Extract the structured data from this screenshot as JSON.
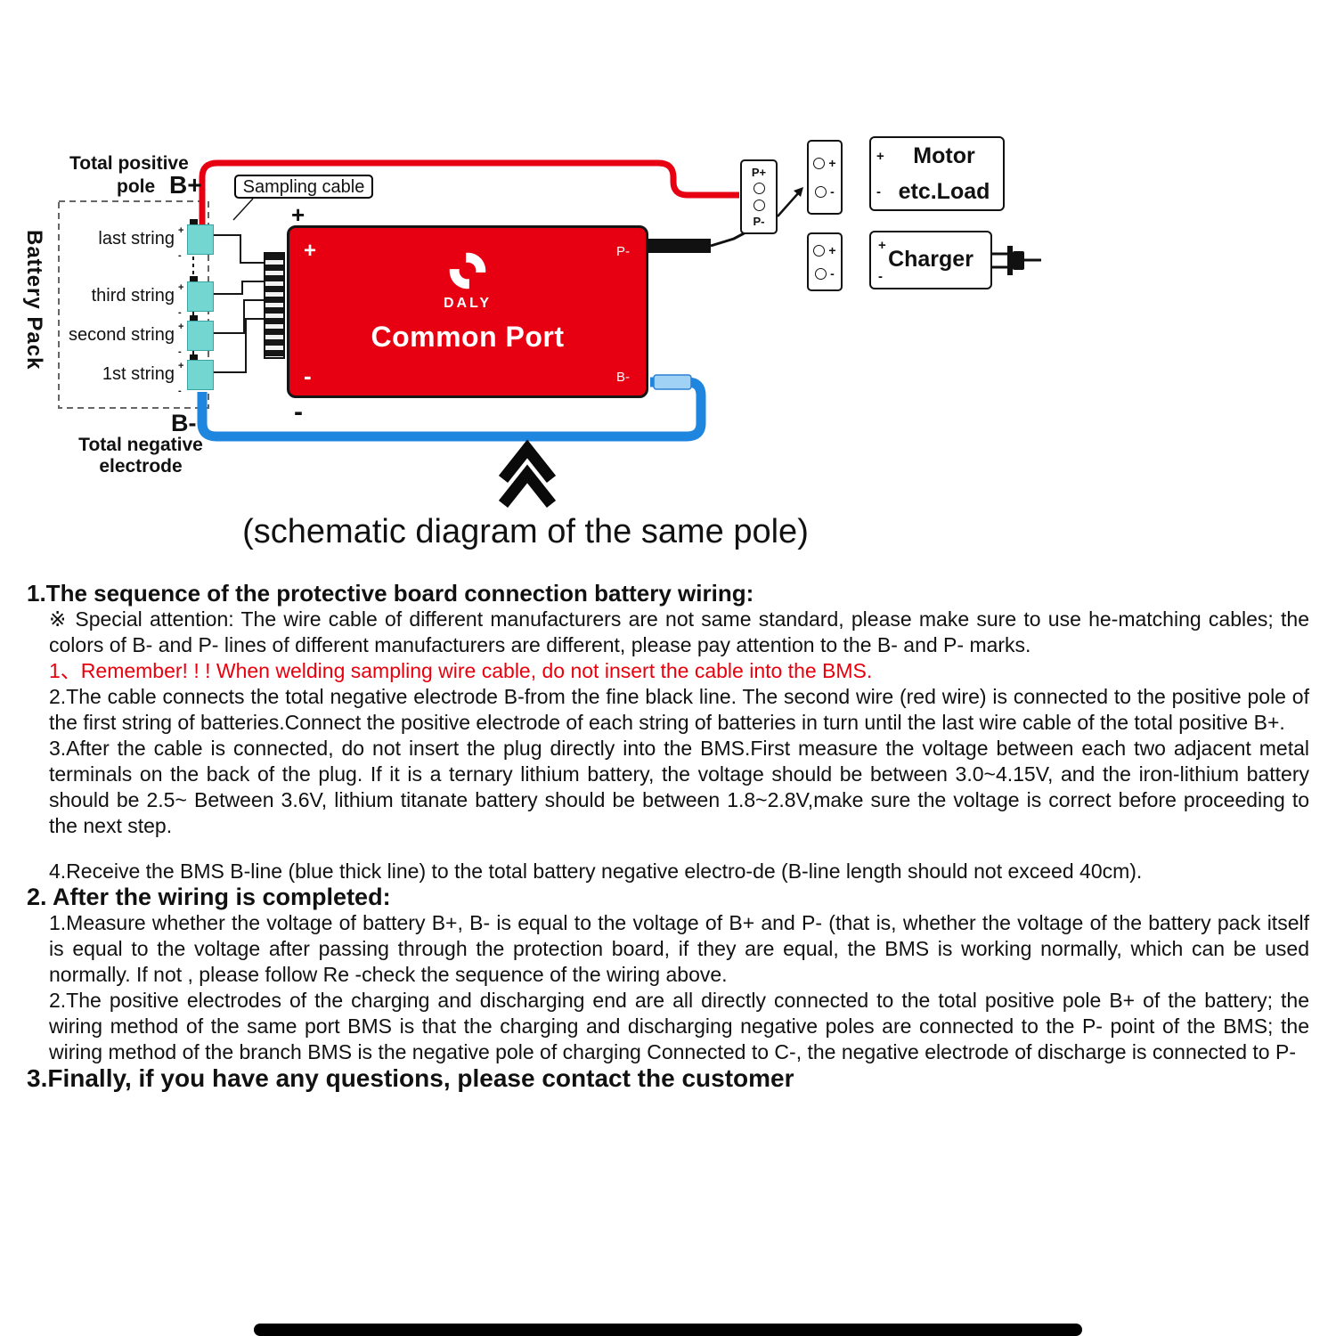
{
  "sym": {
    "plus": "+",
    "minus": "-"
  },
  "diagram": {
    "battery_pack": "Battery Pack",
    "total_positive": "Total positive",
    "pole": "pole",
    "b_plus": "B+",
    "sampling_cable": "Sampling cable",
    "strings": [
      "last string",
      "third string",
      "second string",
      "1st string"
    ],
    "b_minus": "B-",
    "total_negative_line1": "Total negative",
    "total_negative_line2": "electrode",
    "bms": {
      "brand": "DALY",
      "title": "Common Port",
      "p_minus": "P-",
      "b_minus": "B-"
    },
    "connector": {
      "p_plus": "P+",
      "p_minus": "P-"
    },
    "motor_line1": "Motor",
    "motor_line2": "etc.Load",
    "charger": "Charger",
    "caption": "(schematic diagram of the same pole)"
  },
  "content": {
    "h1": "1.The sequence of the protective board connection battery wiring:",
    "p1": "※  Special attention: The wire cable of different manufacturers are not same standard, please make sure to use he-matching cables;  the colors of B- and P- lines of different manufacturers are different, please pay attention to the B- and P- marks.",
    "p2_red": "1、Remember! ! ! When welding sampling wire cable, do not insert the cable into the BMS.",
    "p3": "2.The cable connects the total negative electrode B-from the fine black line. The second wire (red wire) is connected to the positive pole of the first string of batteries.Connect the positive electrode of each string of batteries in turn until the last wire cable of the total positive B+.",
    "p4": "3.After the cable is connected, do not insert the plug directly into the BMS.First measure the voltage between each two adjacent metal terminals on the back of the plug. If it is a ternary lithium battery, the voltage should be between 3.0~4.15V, and the iron-lithium battery should be 2.5~ Between 3.6V, lithium titanate battery should be between 1.8~2.8V,make sure the voltage is correct before proceeding to the next step.",
    "p5": "4.Receive the BMS B-line (blue thick line) to the total battery negative electro-de (B-line length should not exceed 40cm).",
    "h2": "2. After the wiring is completed:",
    "p6": "1.Measure whether the voltage of battery B+, B- is equal to the voltage of B+ and P- (that is, whether the voltage of the battery pack itself is equal to the voltage after passing through the protection board, if they are equal, the BMS is working normally, which can be used normally. If not , please follow Re -check the sequence of the wiring above.",
    "p7": "2.The positive electrodes of the charging and discharging end are all directly connected to the total positive pole B+ of the battery; the wiring method of the same port BMS is that the charging and discharging negative poles are connected to the P- point of the BMS; the wiring method of the branch BMS is the negative pole of charging Connected to C-, the negative electrode of discharge is connected to P-",
    "h3": "3.Finally, if you have any questions, please contact the customer"
  },
  "colors": {
    "bms_red": "#e60012",
    "wire_red": "#e60012",
    "wire_blue": "#1f86e0",
    "cell_teal": "#74d6d0",
    "warning_red": "#e8000d"
  }
}
